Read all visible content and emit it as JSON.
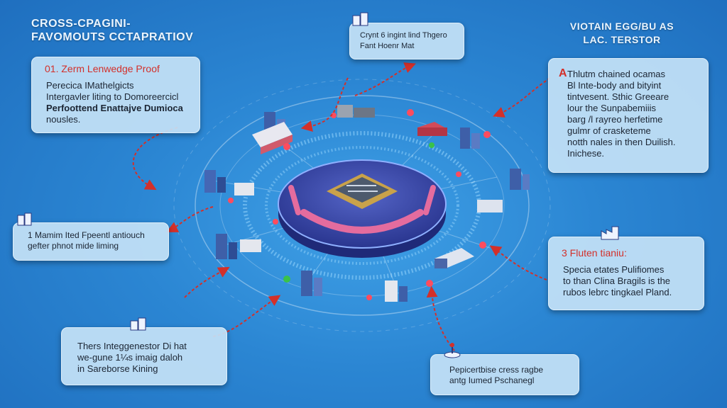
{
  "titles": {
    "left": [
      "CROSS-CPAGINI-",
      "FAVOMOUTS CCTAPRATIOV"
    ],
    "right": [
      "VIOTAIN EGG/BU AS",
      "LAC. TERSTOR"
    ]
  },
  "cards": {
    "zk_proof": {
      "heading": "01. Zerm Lenwedge Proof",
      "lines": [
        "Perecica IMathelgicts",
        "Intergavler liting to Domoreercicl",
        "Perfoottend Enattajve Dumioca",
        "nousles."
      ]
    },
    "top_center": {
      "lines": [
        "Crynt 6 ingint lind Thgero",
        "Fant Hoenr Mat"
      ]
    },
    "right_top": {
      "marker": "A",
      "lines": [
        "Thlutm chained ocamas",
        "Bl Inte-body and bityint",
        "tintvesent. Sthic Greeare",
        "lour the Sunpabemiiis",
        "barg /l rayreo herfetime",
        "gulmr of crasketeme",
        "notth nales in then Duilish.",
        "Inichese."
      ]
    },
    "left_middle": {
      "lines": [
        "1 Mamim Ited Fpeentl antiouch",
        "gefter phnot mide liming"
      ]
    },
    "right_middle": {
      "heading": "3  Fluten tianiu:",
      "lines": [
        "Specia etates Pulifiomes",
        "to than Clina Bragils is the",
        "rubos lebrc tingkael Pland."
      ]
    },
    "bottom_left": {
      "lines": [
        "Thers Integgenestor Di hat",
        "we-gune 1¼s imaig daloh",
        "in Sareborse Kining"
      ]
    },
    "bottom_right": {
      "lines": [
        "Pepicertbise cress ragbe",
        "antg Iumed Pschanegl"
      ]
    }
  },
  "icons": {
    "card_icons": [
      "building-icon",
      "factory-icon",
      "pin-icon"
    ],
    "accent_red": "#d3302a",
    "ring_blue": "#2f3f9a"
  }
}
